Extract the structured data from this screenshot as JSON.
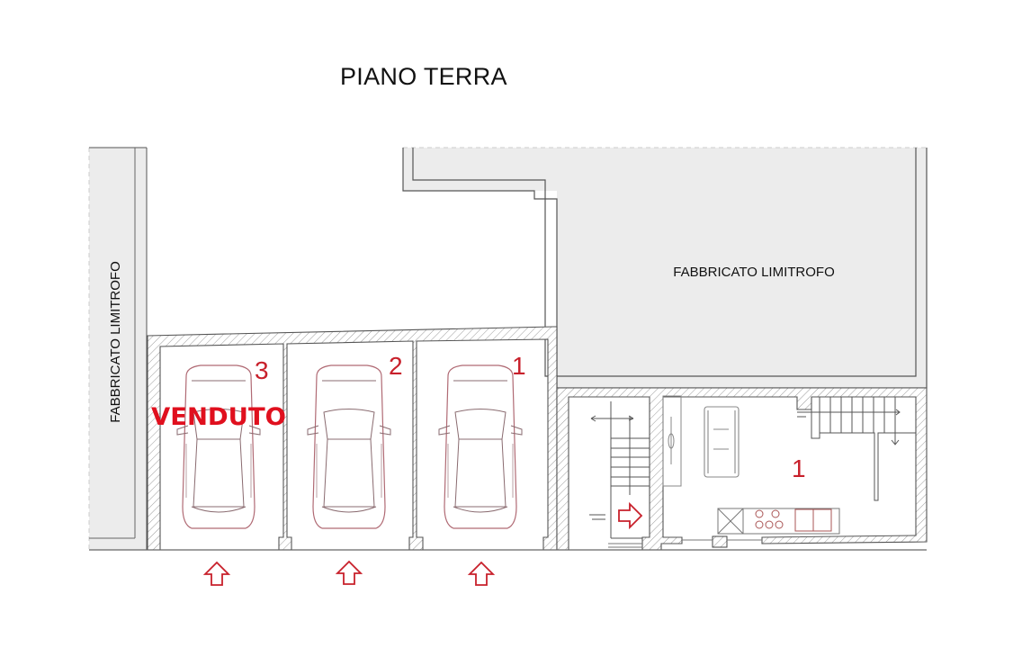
{
  "title": "PIANO TERRA",
  "neighbors": {
    "left_label": "FABBRICATO LIMITROFO",
    "top_right_label": "FABBRICATO LIMITROFO"
  },
  "garages": [
    {
      "number": "3",
      "status": "VENDUTO"
    },
    {
      "number": "2",
      "status": ""
    },
    {
      "number": "1",
      "status": ""
    }
  ],
  "apartment": {
    "number": "1"
  },
  "colors": {
    "accent_red": "#c8202b",
    "sold_red": "#e0101e",
    "neighbor_fill": "#ececec",
    "wall_line": "#555555"
  },
  "icons": [
    "entrance-arrow-up-icon",
    "entrance-arrow-right-icon",
    "car-icon",
    "stair-icon",
    "sofa-icon",
    "kitchen-icon"
  ]
}
